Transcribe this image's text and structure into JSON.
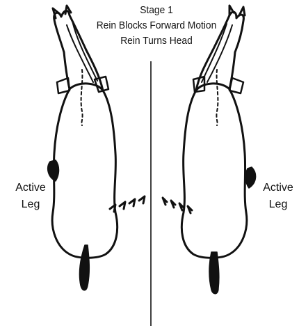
{
  "caption": {
    "title": "Stage 1",
    "line1": "Rein Blocks Forward Motion",
    "line2": "Rein Turns Head"
  },
  "left_label": {
    "line1": "Active",
    "line2": "Leg"
  },
  "right_label": {
    "line1": "Active",
    "line2": "Leg"
  },
  "colors": {
    "ink": "#111111",
    "background": "#ffffff"
  }
}
